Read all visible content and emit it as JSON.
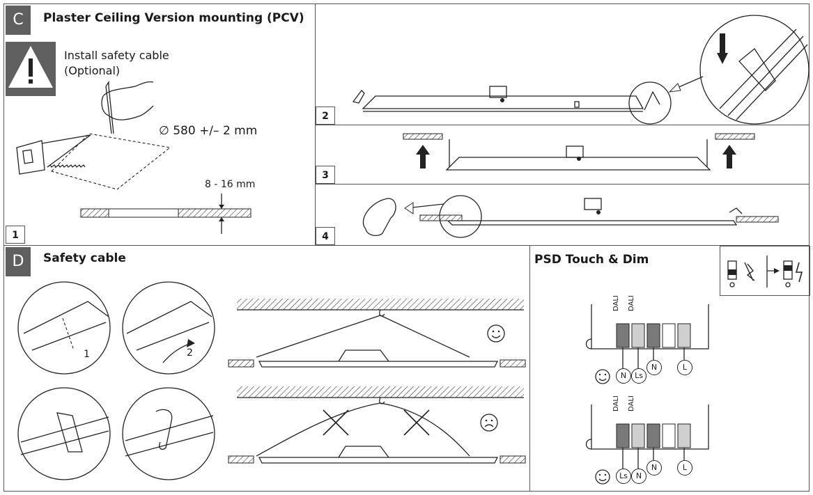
{
  "section_c": {
    "letter": "C",
    "title": "Plaster Ceiling Version mounting (PCV)",
    "warning_line1": "Install safety cable",
    "warning_line2": "(Optional)",
    "diameter": "∅ 580 +/– 2 mm",
    "thickness": "8 - 16 mm",
    "steps": [
      "1",
      "2",
      "3",
      "4"
    ]
  },
  "section_d": {
    "letter": "D",
    "title": "Safety cable",
    "label_1": "1",
    "label_2": "2"
  },
  "psd": {
    "title": "PSD Touch & Dim",
    "dali_1": "DALI",
    "dali_2": "DALI",
    "dali_3": "DALI",
    "dali_4": "DALI",
    "top_terminals": [
      "N",
      "Ls",
      "N",
      "L"
    ],
    "bottom_terminals": [
      "Ls",
      "N",
      "N",
      "L"
    ]
  },
  "colors": {
    "section_tab": "#5f5f5f",
    "warning_bg": "#5f5f5f",
    "terminal_dark": "#7a7a7a",
    "terminal_light": "#cfcfcf"
  }
}
